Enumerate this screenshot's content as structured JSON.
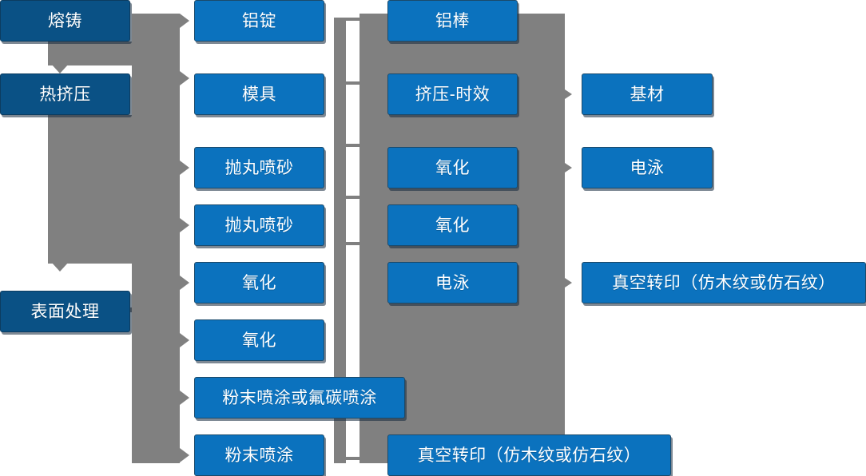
{
  "diagram": {
    "type": "process-flowchart",
    "title": "",
    "colors": {
      "stage_box": "#0A5185",
      "step_box": "#0B72BE",
      "connector": "#808080",
      "background": "#FFFFFF",
      "text": "#FFFFFF"
    },
    "columns": [
      {
        "id": "stages",
        "name": "main-stages",
        "nodes": [
          {
            "id": "stage-1",
            "label": "熔铸",
            "style": "dark"
          },
          {
            "id": "stage-2",
            "label": "热挤压",
            "style": "dark"
          },
          {
            "id": "stage-3",
            "label": "表面处理",
            "style": "dark"
          }
        ]
      },
      {
        "id": "steps",
        "name": "process-steps",
        "nodes": [
          {
            "id": "step-1",
            "label": "铝锭",
            "style": "bright"
          },
          {
            "id": "step-2",
            "label": "模具",
            "style": "bright"
          },
          {
            "id": "step-3",
            "label": "抛丸喷砂",
            "style": "bright"
          },
          {
            "id": "step-4",
            "label": "抛丸喷砂",
            "style": "bright"
          },
          {
            "id": "step-5",
            "label": "氧化",
            "style": "bright"
          },
          {
            "id": "step-6",
            "label": "氧化",
            "style": "bright"
          },
          {
            "id": "step-7",
            "label": "粉末喷涂或氟碳喷涂",
            "style": "bright"
          },
          {
            "id": "step-8",
            "label": "粉末喷涂",
            "style": "bright"
          }
        ]
      },
      {
        "id": "treatments",
        "name": "treatment-steps",
        "nodes": [
          {
            "id": "treat-1",
            "label": "铝棒",
            "style": "bright"
          },
          {
            "id": "treat-2",
            "label": "挤压-时效",
            "style": "bright"
          },
          {
            "id": "treat-3",
            "label": "氧化",
            "style": "bright"
          },
          {
            "id": "treat-4",
            "label": "氧化",
            "style": "bright"
          },
          {
            "id": "treat-5",
            "label": "电泳",
            "style": "bright"
          },
          {
            "id": "treat-6",
            "label": "真空转印（仿木纹或仿石纹）",
            "style": "bright"
          }
        ]
      },
      {
        "id": "outputs",
        "name": "output-products",
        "nodes": [
          {
            "id": "out-1",
            "label": "基材",
            "style": "bright"
          },
          {
            "id": "out-2",
            "label": "电泳",
            "style": "bright"
          },
          {
            "id": "out-3",
            "label": "真空转印（仿木纹或仿石纹）",
            "style": "bright"
          }
        ]
      }
    ]
  }
}
